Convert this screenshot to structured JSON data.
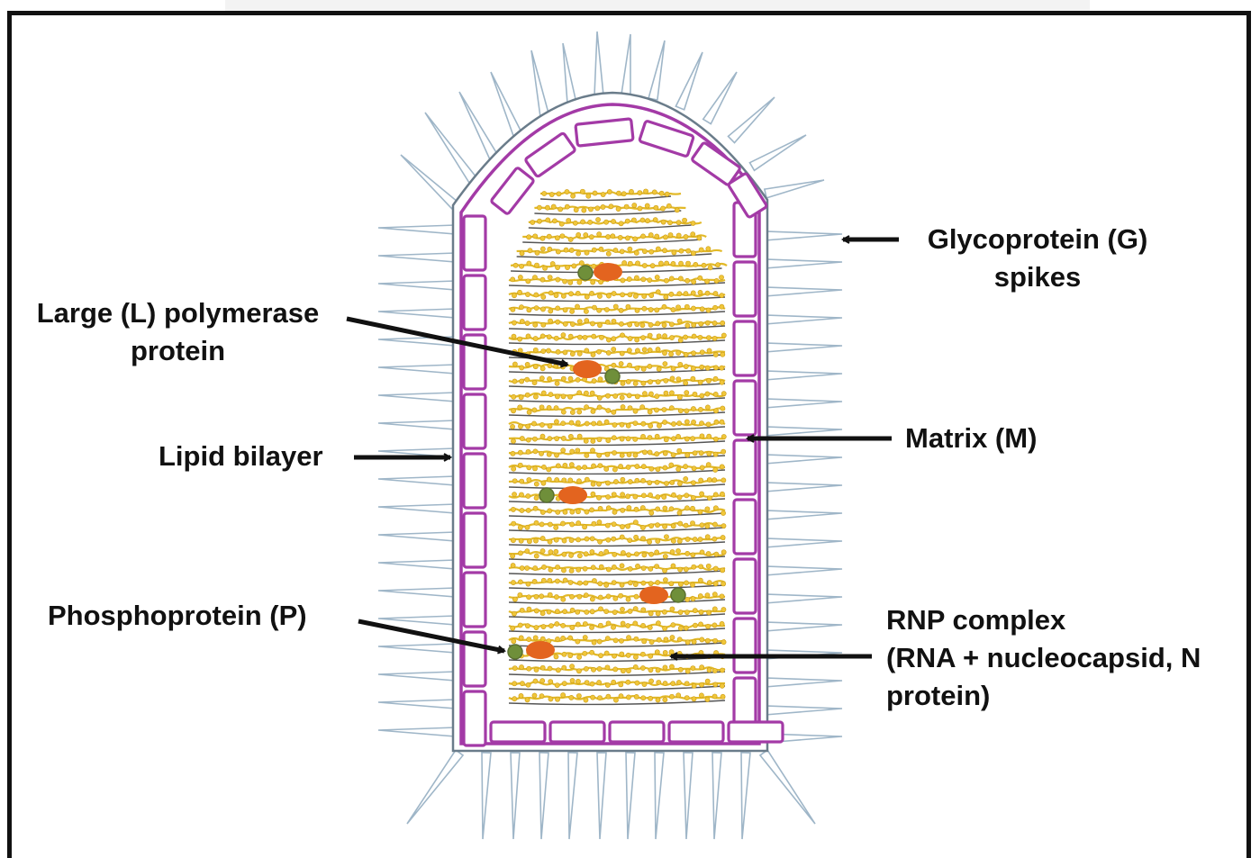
{
  "labels": {
    "glycoprotein": [
      "Glycoprotein (G)",
      "spikes"
    ],
    "large_polymerase": [
      "Large (L) polymerase",
      "protein"
    ],
    "lipid_bilayer": "Lipid bilayer",
    "matrix": "Matrix (M)",
    "phosphoprotein": "Phosphoprotein (P)",
    "rnp_complex": [
      "RNP complex",
      "(RNA + nucleocapsid, N",
      "protein)"
    ]
  },
  "colors": {
    "membrane": "#a33aa6",
    "spike": "#9fb6c8",
    "rnp_strand": "#e2b928",
    "rnp_bead": "#f0c63a",
    "rna_line": "#555555",
    "l_protein": "#e3641f",
    "p_protein": "#6f8f3a",
    "arrow": "#111111"
  }
}
